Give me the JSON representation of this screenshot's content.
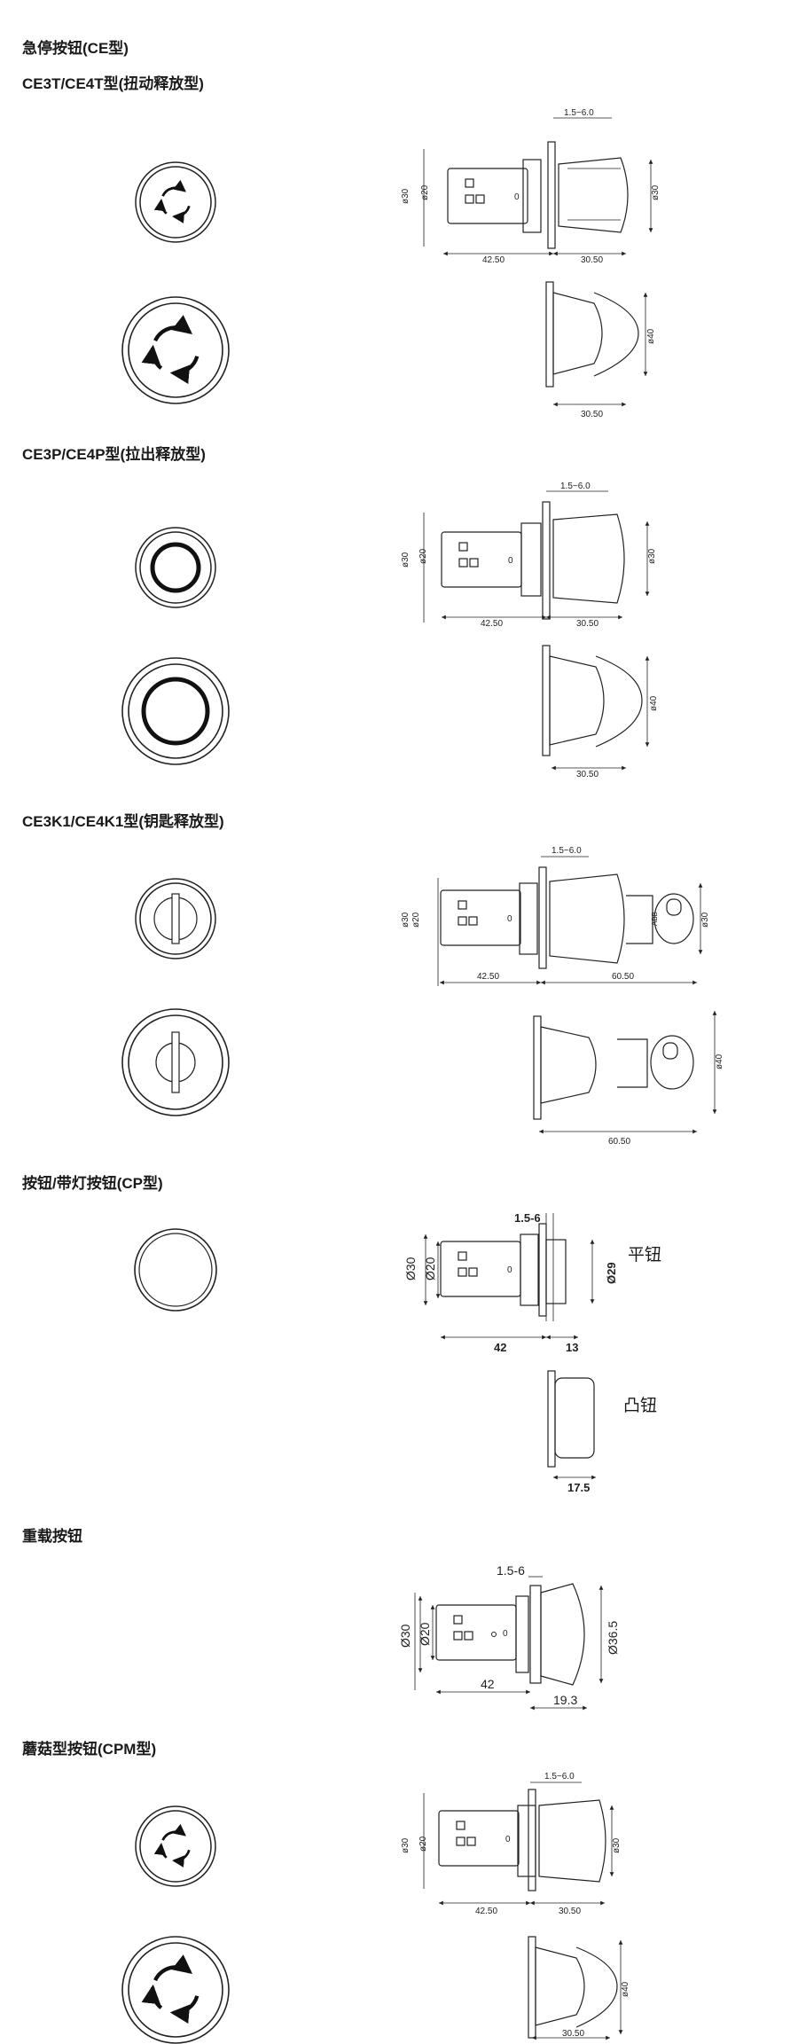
{
  "page": {
    "title": "急停按钮(CE型)"
  },
  "sections": [
    {
      "heading": "CE3T/CE4T型(扭动释放型)"
    },
    {
      "heading": "CE3P/CE4P型(拉出释放型)"
    },
    {
      "heading": "CE3K1/CE4K1型(钥匙释放型)"
    },
    {
      "heading": "按钮/带灯按钮(CP型)"
    },
    {
      "heading": "重载按钮"
    },
    {
      "heading": "蘑菇型按钮(CPM型)"
    }
  ],
  "labels": {
    "flat_button": "平钮",
    "raised_button": "凸钮"
  },
  "dims": {
    "ce3t": {
      "panel": "1.5~6.0",
      "d30": "ø30",
      "d20": "ø20",
      "len1": "42.50",
      "len2": "30.50",
      "head": "ø30",
      "d40": "ø40",
      "len3": "30.50"
    },
    "ce3p": {
      "panel": "1.5~6.0",
      "d30": "ø30",
      "d20": "ø20",
      "len1": "42.50",
      "len2": "30.50",
      "head": "ø30",
      "d40": "ø40",
      "len3": "30.50"
    },
    "ce3k": {
      "panel": "1.5~6.0",
      "d30": "ø30",
      "d20": "ø20",
      "len1": "42.50",
      "len2": "60.50",
      "head": "ø30",
      "d40": "ø40",
      "len3": "60.50",
      "key": "ABB"
    },
    "cp": {
      "panel": "1.5-6",
      "d30": "Ø30",
      "d20": "Ø20",
      "len1": "42",
      "len2": "13",
      "head": "Ø29",
      "len3": "17.5"
    },
    "heavy": {
      "panel": "1.5-6",
      "d30": "Ø30",
      "d20": "Ø20",
      "len1": "42",
      "len2": "19.3",
      "head": "Ø36.5"
    },
    "cpm": {
      "panel": "1.5~6.0",
      "d30": "ø30",
      "d20": "ø20",
      "len1": "42.50",
      "len2": "30.50",
      "head": "ø30",
      "d40": "ø40",
      "len3": "30.50"
    }
  },
  "colors": {
    "line": "#222222",
    "text": "#1a1a1a"
  }
}
